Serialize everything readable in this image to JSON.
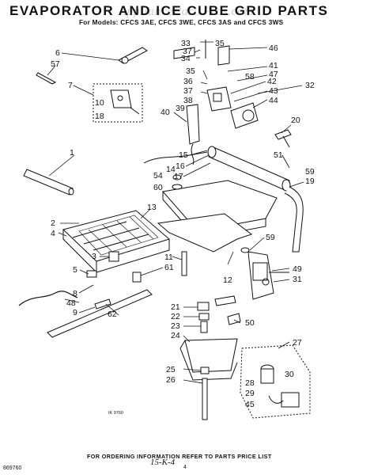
{
  "header": {
    "title": "EVAPORATOR AND ICE CUBE GRID PARTS",
    "subtitle": "For Models: CFCS 3AE, CFCS 3WE, CFCS 3AS and CFCS 3WS",
    "watermark": "AppliancePartsPros.com"
  },
  "footer": {
    "instruction": "FOR ORDERING INFORMATION REFER TO PARTS PRICE LIST",
    "doc_code": "869760",
    "page_number": "4",
    "handwritten_note": "15-K-4",
    "figure_ref": "IK 9760"
  },
  "callouts": {
    "c1": "1",
    "c2": "2",
    "c3": "3",
    "c4": "4",
    "c5": "5",
    "c6": "6",
    "c7": "7",
    "c8": "8",
    "c9": "9",
    "c10": "10",
    "c11": "11",
    "c12": "12",
    "c13": "13",
    "c14": "14",
    "c15": "15",
    "c16": "16",
    "c17": "17",
    "c18": "18",
    "c19": "19",
    "c20": "20",
    "c21": "21",
    "c22": "22",
    "c23": "23",
    "c24": "24",
    "c25": "25",
    "c26": "26",
    "c27": "27",
    "c28": "28",
    "c29": "29",
    "c30": "30",
    "c31": "31",
    "c32": "32",
    "c33": "33",
    "c34": "34",
    "c35a": "35",
    "c35b": "35",
    "c36": "36",
    "c37a": "37",
    "c37b": "37",
    "c38": "38",
    "c39": "39",
    "c40": "40",
    "c41": "41",
    "c42": "42",
    "c43": "43",
    "c44": "44",
    "c45": "45",
    "c46": "46",
    "c47": "47",
    "c48": "48",
    "c49": "49",
    "c50": "50",
    "c51": "51",
    "c54": "54",
    "c57": "57",
    "c58": "58",
    "c59a": "59",
    "c59b": "59",
    "c60": "60",
    "c61": "61",
    "c62": "62"
  }
}
